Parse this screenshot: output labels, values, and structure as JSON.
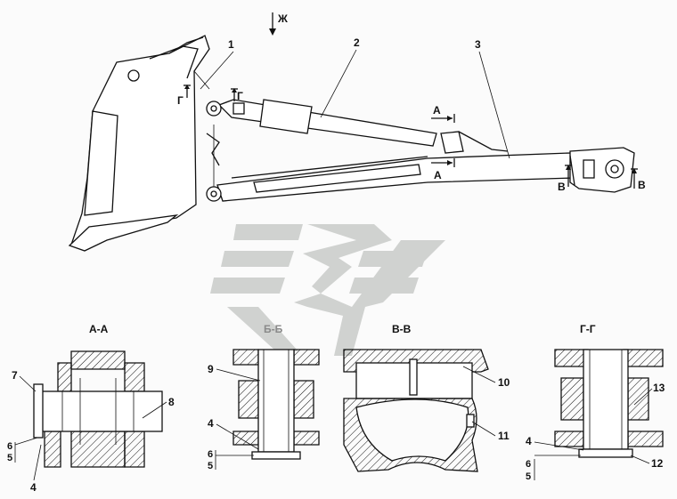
{
  "view_direction_label": "Ж",
  "callouts": {
    "c1": "1",
    "c2": "2",
    "c3": "3"
  },
  "section_marks": {
    "a": "А",
    "v": "В",
    "g": "Г"
  },
  "sections": {
    "aa": {
      "title": "А-А",
      "labels": {
        "n7": "7",
        "n8": "8",
        "n6": "6",
        "n5": "5",
        "n4": "4"
      }
    },
    "bb": {
      "title": "Б-Б",
      "labels": {
        "n9": "9",
        "n4": "4",
        "n6": "6",
        "n5": "5"
      }
    },
    "vv": {
      "title": "В-В",
      "labels": {
        "n10": "10",
        "n11": "11"
      }
    },
    "gg": {
      "title": "Г-Г",
      "labels": {
        "n13": "13",
        "n4": "4",
        "n6": "6",
        "n5": "5",
        "n12": "12"
      }
    }
  },
  "colors": {
    "line": "#111111",
    "watermark": "#c9cbc9",
    "hatch": "#111111"
  }
}
